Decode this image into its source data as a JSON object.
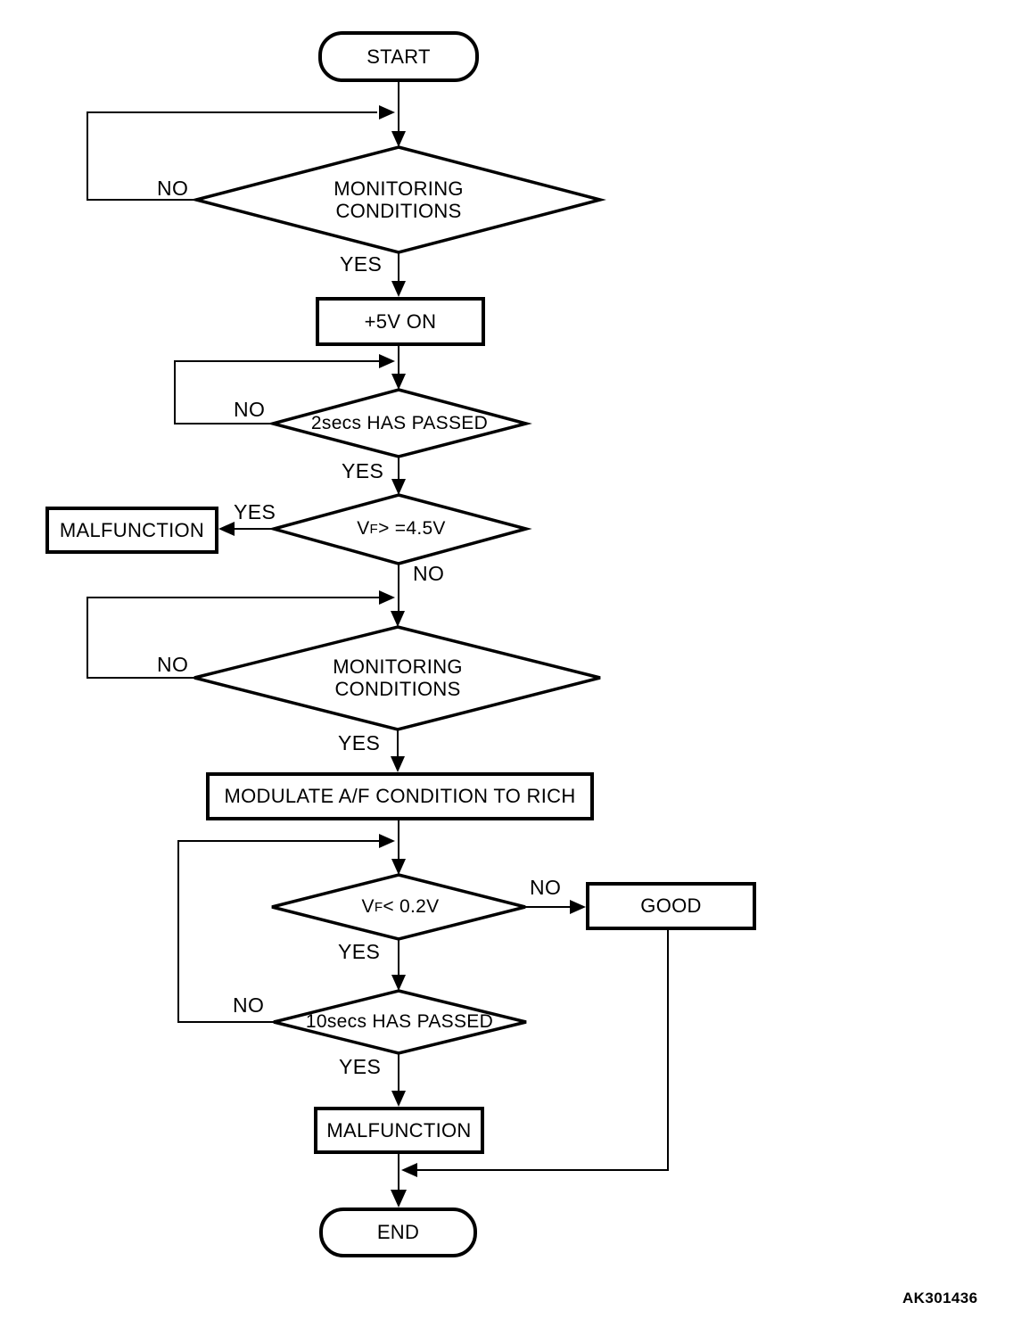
{
  "diagram": {
    "nodes": {
      "start": "START",
      "monitoring1": "MONITORING\nCONDITIONS",
      "plus5v": "+5V ON",
      "wait2s": "2secs HAS PASSED",
      "vf_high": {
        "base": "V",
        "sub": "F",
        "rest": " > =4.5V"
      },
      "malfunction1": "MALFUNCTION",
      "monitoring2": "MONITORING\nCONDITIONS",
      "modulate": "MODULATE A/F CONDITION TO RICH",
      "vf_low": {
        "base": "V",
        "sub": "F",
        "rest": " < 0.2V"
      },
      "good": "GOOD",
      "wait10s": "10secs HAS PASSED",
      "malfunction2": "MALFUNCTION",
      "end": "END"
    },
    "edge_labels": {
      "monitoring1_no": "NO",
      "monitoring1_yes": "YES",
      "wait2s_no": "NO",
      "wait2s_yes": "YES",
      "vf_high_yes": "YES",
      "vf_high_no": "NO",
      "monitoring2_no": "NO",
      "monitoring2_yes": "YES",
      "vf_low_no": "NO",
      "vf_low_yes": "YES",
      "wait10s_no": "NO",
      "wait10s_yes": "YES"
    },
    "figure_code": "AK301436",
    "colors": {
      "line": "#000000",
      "background": "#ffffff",
      "text": "#000000"
    }
  }
}
